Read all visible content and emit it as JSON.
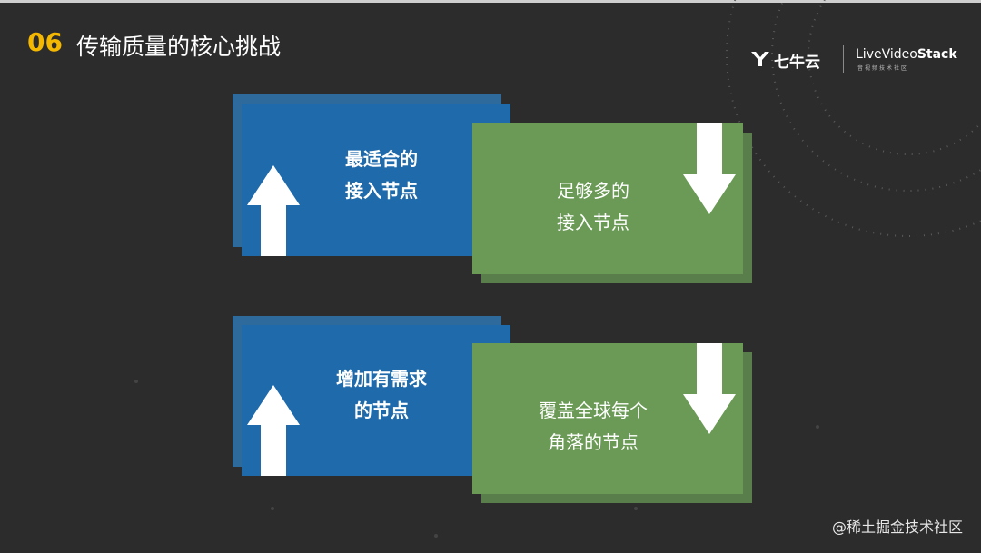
{
  "header": {
    "number": "06",
    "title": "传输质量的核心挑战"
  },
  "logos": {
    "qiniu": "七牛云",
    "lvs_prefix": "Live",
    "lvs_mid": "Video",
    "lvs_suffix": "Stack",
    "lvs_sub": "音视频技术社区"
  },
  "rows": [
    {
      "blue_label": "最适合的\n接入节点",
      "green_label": "足够多的\n接入节点",
      "blue_arrow": "arrow-up-icon",
      "green_arrow": "arrow-down-icon"
    },
    {
      "blue_label": "增加有需求\n的节点",
      "green_label": "覆盖全球每个\n角落的节点",
      "blue_arrow": "arrow-up-icon",
      "green_arrow": "arrow-down-icon"
    }
  ],
  "watermark": "@稀土掘金技术社区",
  "colors": {
    "accent": "#f5b800",
    "blue": "#1f6aaa",
    "green": "#6a9a55",
    "background": "#2c2c2c"
  }
}
